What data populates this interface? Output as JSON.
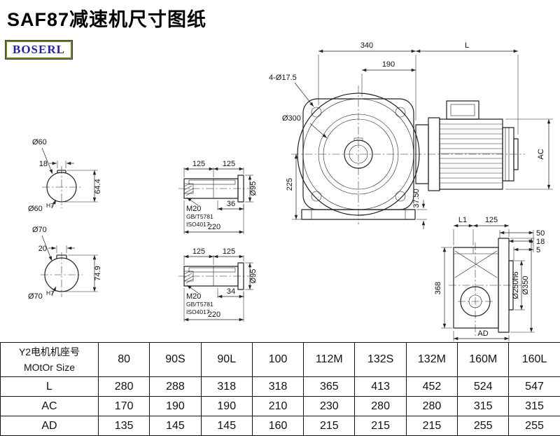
{
  "page": {
    "title": "SAF87减速机尺寸图纸",
    "brand": "BOSERL",
    "colors": {
      "brand_border": "#7c7c1e",
      "brand_text": "#24249c",
      "line": "#222222"
    }
  },
  "front_view": {
    "dim_width": "340",
    "dim_motor_len": "L",
    "dim_190": "190",
    "holes_note": "4-Ø17.5",
    "flange_dia": "Ø300",
    "dim_height": "225",
    "dim_foot": "37.50",
    "dim_ac": "AC"
  },
  "side_view": {
    "dim_l1": "L1",
    "dim_125": "125",
    "dim_50": "50",
    "dim_18": "18",
    "dim_5": "5",
    "dim_368": "368",
    "pilot_dia": "Ø250h6",
    "flange_dia": "Ø350",
    "dim_ad": "AD"
  },
  "shaft_end_1": {
    "label": "Ø60",
    "key_width": "18",
    "key_height": "64.4",
    "bore": "Ø60",
    "bore_tol": "H7"
  },
  "shaft_side_1": {
    "dim_125a": "125",
    "dim_125b": "125",
    "thread": "M20",
    "std_gb": "GB/T5781",
    "std_iso": "ISO4017",
    "dim_key": "36",
    "dim_len": "220",
    "dia": "Ø95"
  },
  "shaft_end_2": {
    "label": "Ø70",
    "key_width": "20",
    "key_height": "74.9",
    "bore": "Ø70",
    "bore_tol": "H7"
  },
  "shaft_side_2": {
    "dim_125a": "125",
    "dim_125b": "125",
    "thread": "M20",
    "std_gb": "GB/T5781",
    "std_iso": "ISO4017",
    "dim_key": "34",
    "dim_len": "220",
    "dia": "Ø95"
  },
  "table": {
    "header_cn": "Y2电机机座号",
    "header_en": "MOtOr Size",
    "columns": [
      "80",
      "90S",
      "90L",
      "100",
      "112M",
      "132S",
      "132M",
      "160M",
      "160L"
    ],
    "rows": [
      {
        "label": "L",
        "values": [
          "280",
          "288",
          "318",
          "318",
          "365",
          "413",
          "452",
          "524",
          "547"
        ]
      },
      {
        "label": "AC",
        "values": [
          "170",
          "190",
          "190",
          "210",
          "230",
          "280",
          "280",
          "315",
          "315"
        ]
      },
      {
        "label": "AD",
        "values": [
          "135",
          "145",
          "145",
          "160",
          "215",
          "215",
          "215",
          "255",
          "255"
        ]
      }
    ]
  }
}
